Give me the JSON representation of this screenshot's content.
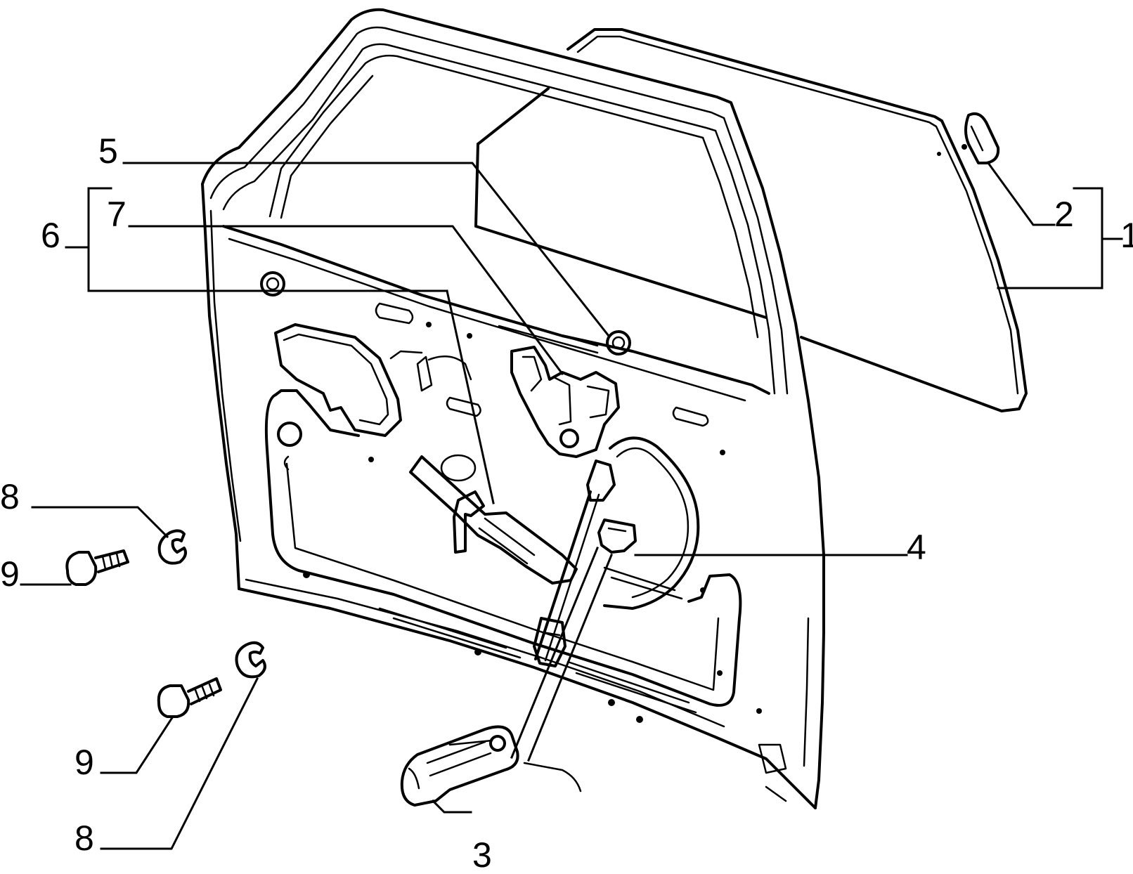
{
  "callouts": {
    "c1": "1",
    "c2": "2",
    "c3": "3",
    "c4": "4",
    "c5": "5",
    "c6": "6",
    "c7": "7",
    "c8a": "8",
    "c8b": "8",
    "c9a": "9",
    "c9b": "9"
  },
  "colors": {
    "line": "#000000",
    "background": "#ffffff"
  }
}
